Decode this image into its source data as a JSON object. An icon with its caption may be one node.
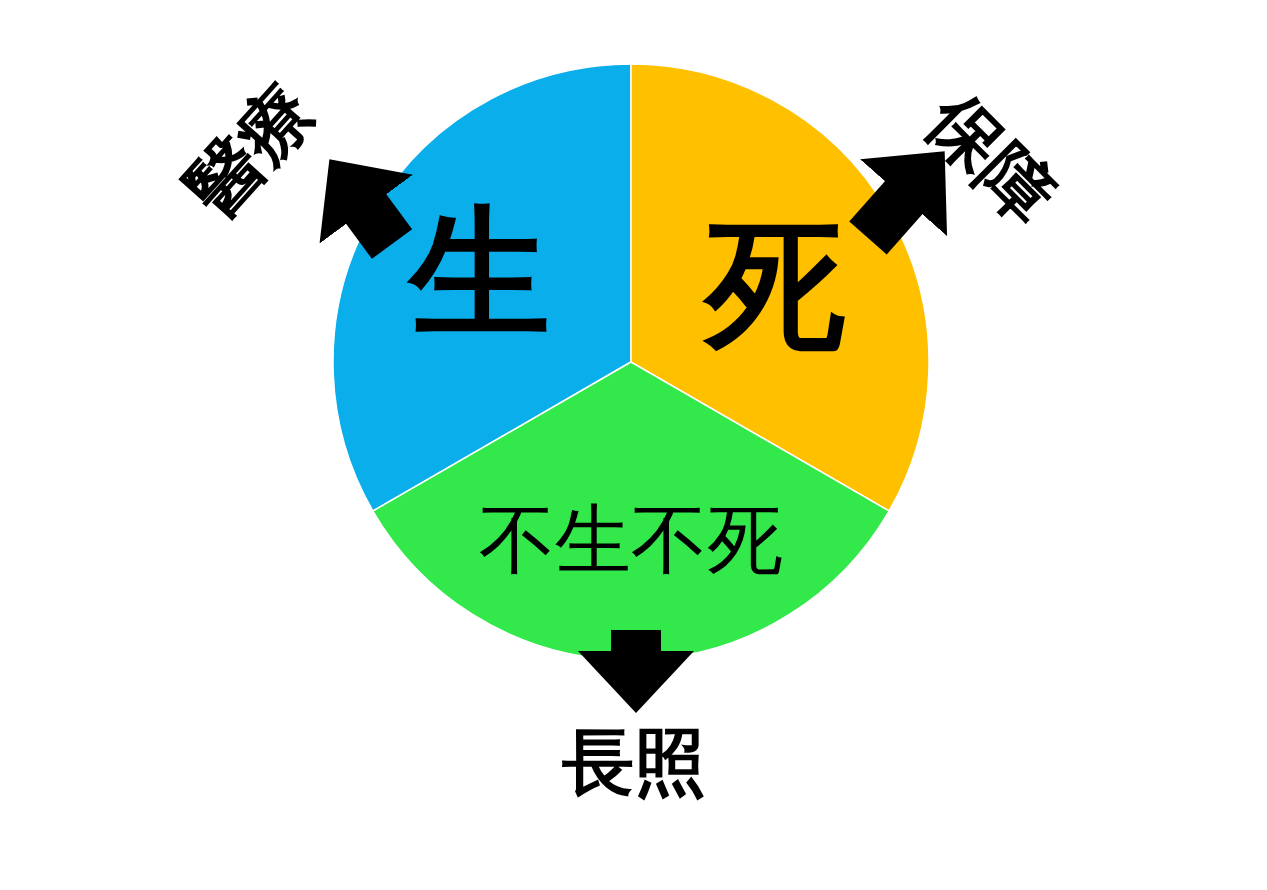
{
  "diagram": {
    "nodes": [
      {
        "text": [
          "生"
        ]
      },
      {
        "text": [
          "死"
        ]
      },
      {
        "text": [
          "不生不死"
        ]
      },
      {
        "text": [
          "醫療"
        ]
      },
      {
        "text": [
          "保障"
        ]
      },
      {
        "text": [
          "長照"
        ]
      }
    ],
    "edges": [
      {
        "from": 0,
        "to": 3,
        "arrow": "to"
      },
      {
        "from": 1,
        "to": 4,
        "arrow": "to"
      },
      {
        "from": 2,
        "to": 5,
        "arrow": "to"
      }
    ]
  }
}
